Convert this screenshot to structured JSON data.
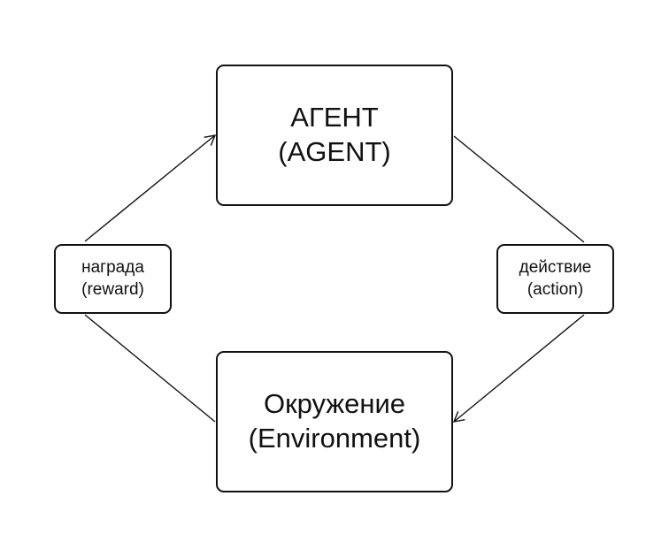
{
  "nodes": {
    "agent": {
      "line1": "АГЕНТ",
      "line2": "(AGENT)"
    },
    "environment": {
      "line1": "Окружение",
      "line2": "(Environment)"
    },
    "reward": {
      "line1": "награда",
      "line2": "(reward)"
    },
    "action": {
      "line1": "действие",
      "line2": "(action)"
    }
  },
  "colors": {
    "stroke": "#111111",
    "background": "#ffffff"
  }
}
